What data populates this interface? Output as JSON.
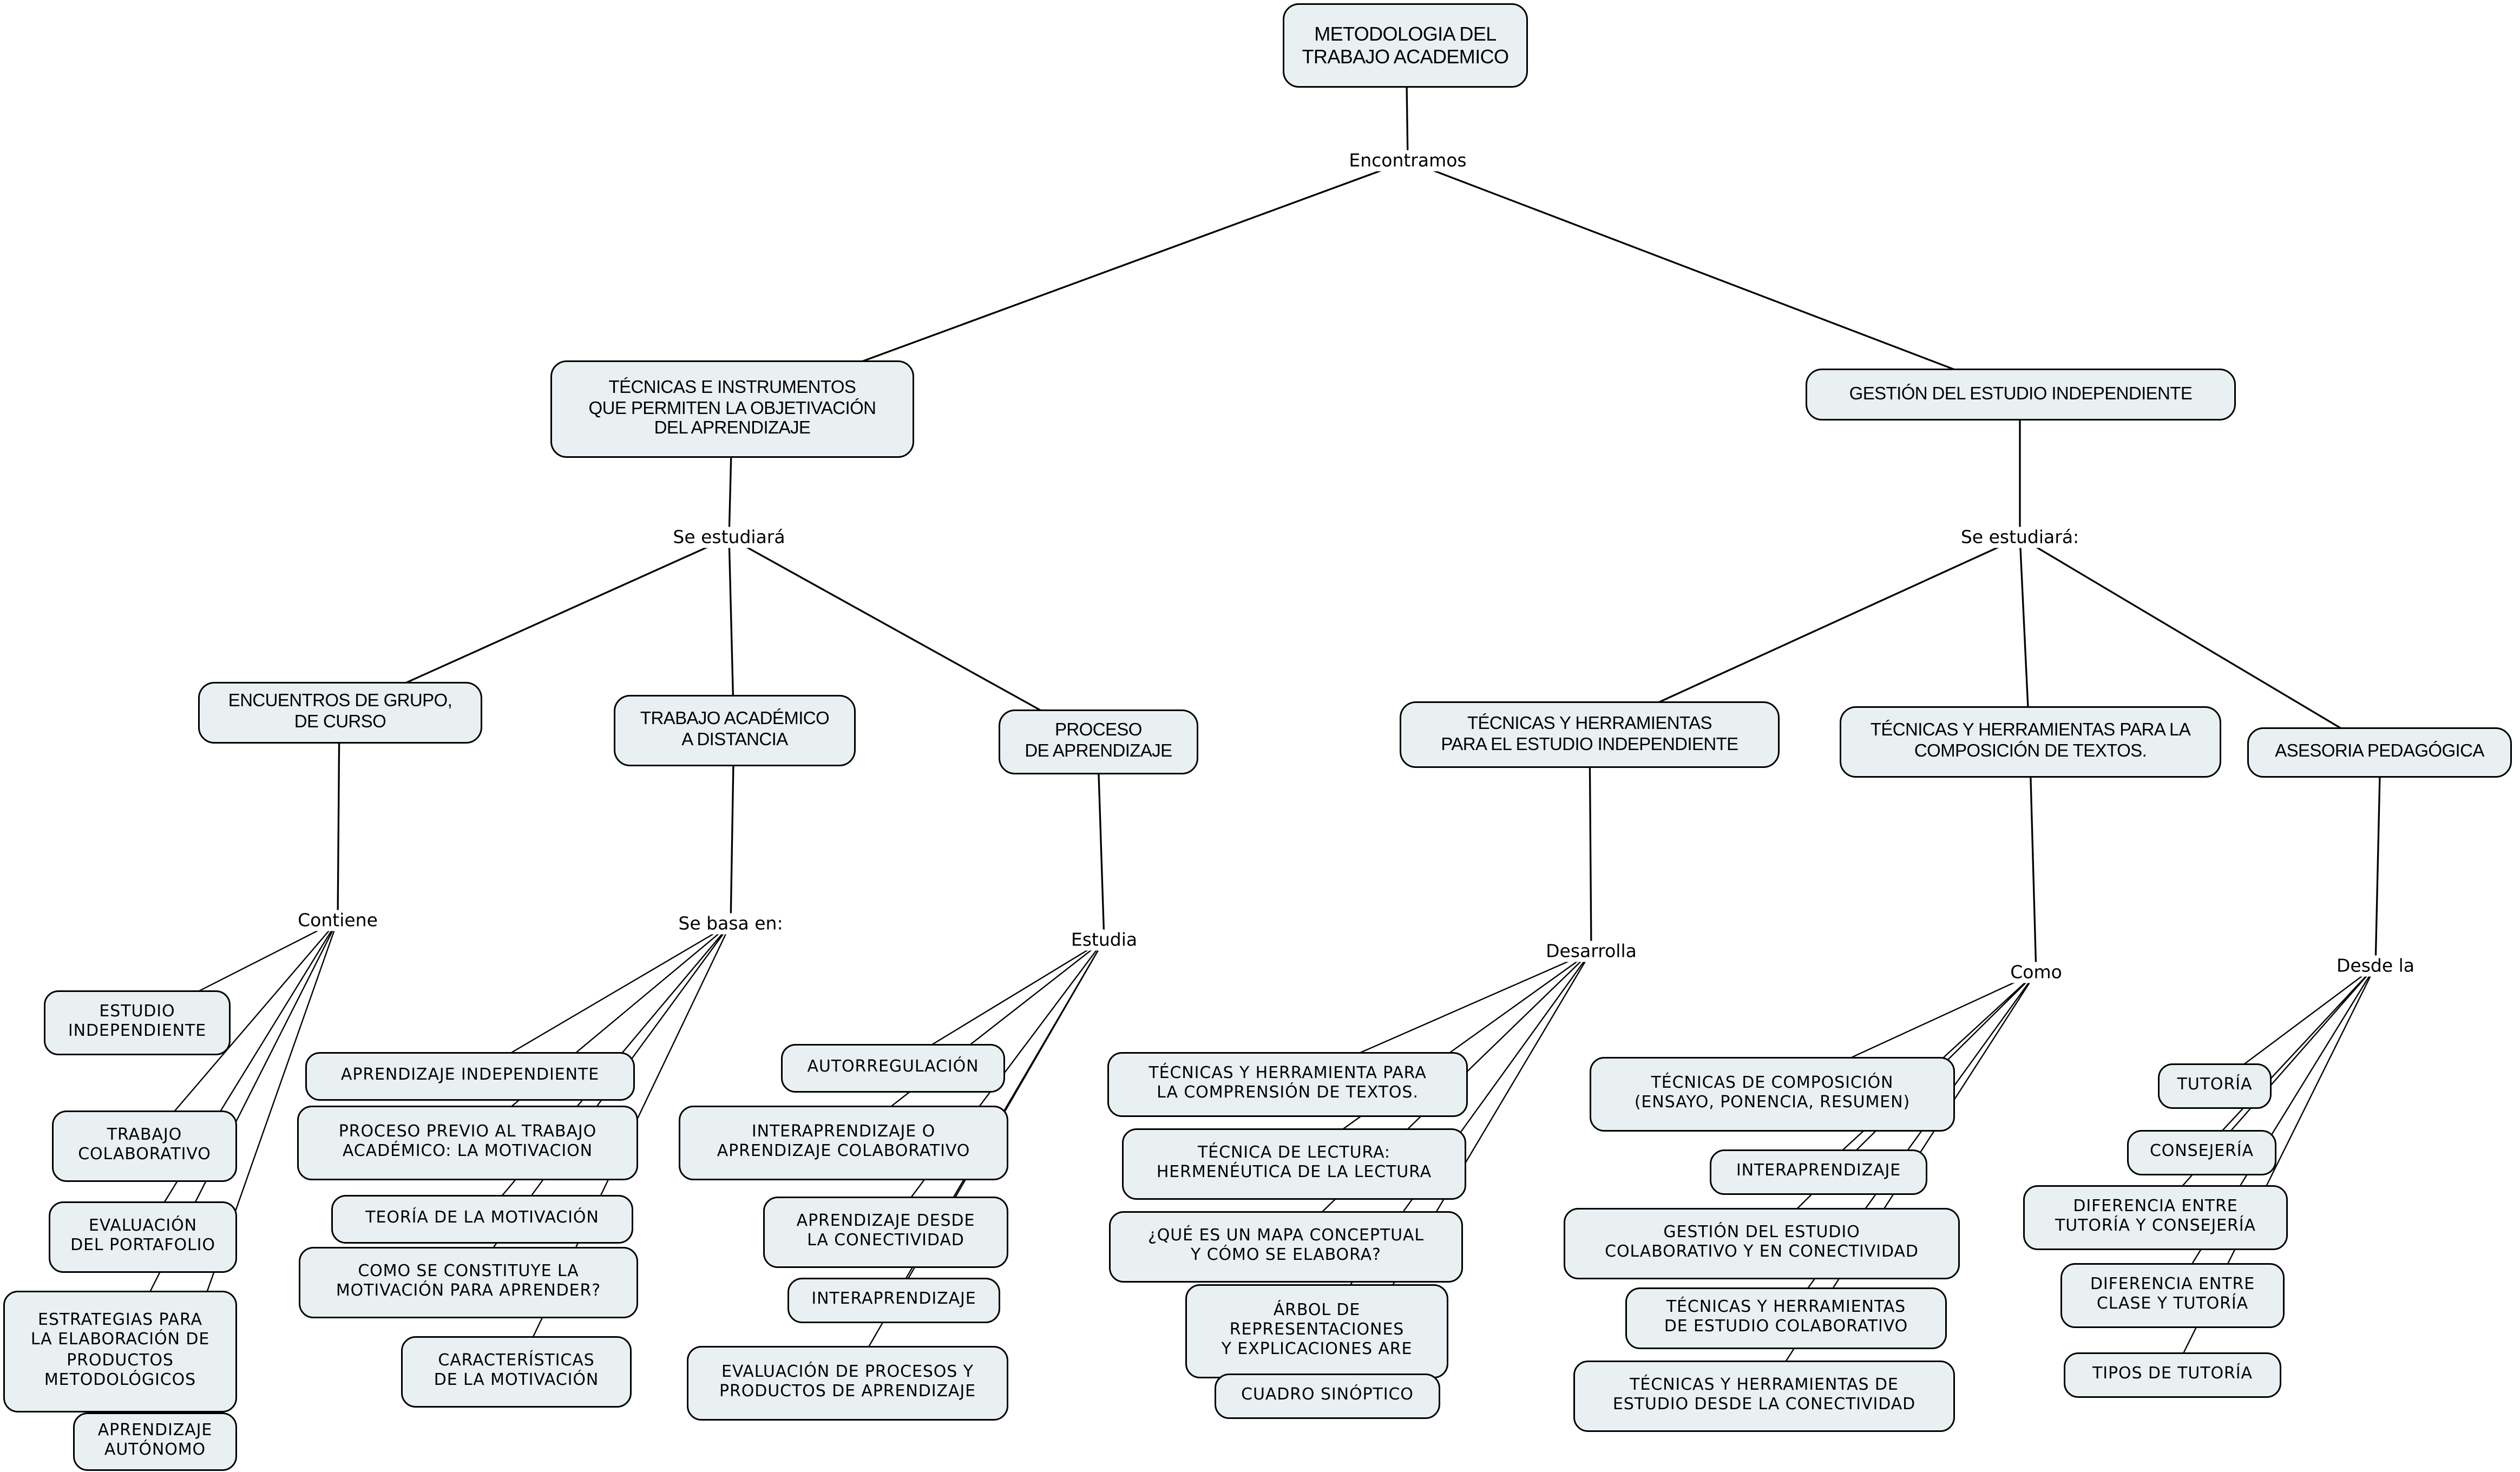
{
  "title": "METODOLOGIA DEL TRABAJO ACADEMICO concept map",
  "colors": {
    "background": "#ffffff",
    "node_fill": "#e9f0f2",
    "node_border": "#000000",
    "line": "#000000",
    "text": "#000000"
  },
  "links": {
    "encontramos": "Encontramos",
    "se_estudiara_left": "Se estudiará",
    "se_estudiara_right": "Se estudiará:",
    "contiene": "Contiene",
    "se_basa_en": "Se basa en:",
    "estudia": "Estudia",
    "desarrolla": "Desarrolla",
    "como": "Como",
    "desde_la": "Desde la"
  },
  "nodes": {
    "root": {
      "text": "METODOLOGIA DEL\nTRABAJO ACADEMICO"
    },
    "tecnicas_instrumentos": {
      "text": "TÉCNICAS E INSTRUMENTOS\nQUE PERMITEN LA OBJETIVACIÓN\nDEL APRENDIZAJE"
    },
    "gestion_estudio_independiente": {
      "text": "GESTIÓN DEL ESTUDIO INDEPENDIENTE"
    },
    "encuentros_grupo": {
      "text": "ENCUENTROS DE GRUPO,\nDE CURSO"
    },
    "trabajo_academico_distancia": {
      "text": "TRABAJO ACADÉMICO\nA DISTANCIA"
    },
    "proceso_aprendizaje": {
      "text": "PROCESO\nDE APRENDIZAJE"
    },
    "tecnicas_herramientas_estudio_ind": {
      "text": "TÉCNICAS Y HERRAMIENTAS\nPARA EL ESTUDIO INDEPENDIENTE"
    },
    "tecnicas_herramientas_composicion": {
      "text": "TÉCNICAS Y HERRAMIENTAS PARA LA\nCOMPOSICIÓN DE TEXTOS."
    },
    "asesoria_pedagogica": {
      "text": "ASESORIA PEDAGÓGICA"
    },
    "c1_estudio_independiente": {
      "text": "ESTUDIO\nINDEPENDIENTE"
    },
    "c1_trabajo_colaborativo": {
      "text": "TRABAJO\nCOLABORATIVO"
    },
    "c1_evaluacion_portafolio": {
      "text": "EVALUACIÓN\nDEL PORTAFOLIO"
    },
    "c1_estrategias_productos": {
      "text": "ESTRATEGIAS PARA\nLA ELABORACIÓN DE\nPRODUCTOS\nMETODOLÓGICOS"
    },
    "c1_aprendizaje_autonomo": {
      "text": "APRENDIZAJE\nAUTÓNOMO"
    },
    "c2_aprendizaje_independiente": {
      "text": "APRENDIZAJE INDEPENDIENTE"
    },
    "c2_proceso_previo": {
      "text": "PROCESO PREVIO AL TRABAJO\nACADÉMICO: LA MOTIVACION"
    },
    "c2_teoria_motivacion": {
      "text": "TEORÍA DE LA MOTIVACIÓN"
    },
    "c2_como_se_constituye": {
      "text": "COMO SE CONSTITUYE LA\nMOTIVACIÓN PARA APRENDER?"
    },
    "c2_caracteristicas_motivacion": {
      "text": "CARACTERÍSTICAS\nDE LA MOTIVACIÓN"
    },
    "c3_autorregulacion": {
      "text": "AUTORREGULACIÓN"
    },
    "c3_interaprendizaje_colaborativo": {
      "text": "INTERAPRENDIZAJE O\nAPRENDIZAJE COLABORATIVO"
    },
    "c3_aprendizaje_conectividad": {
      "text": "APRENDIZAJE DESDE\nLA CONECTIVIDAD"
    },
    "c3_interaprendizaje": {
      "text": "INTERAPRENDIZAJE"
    },
    "c3_evaluacion_procesos": {
      "text": "EVALUACIÓN DE PROCESOS Y\nPRODUCTOS DE APRENDIZAJE"
    },
    "c4_comprension_textos": {
      "text": "TÉCNICAS Y HERRAMIENTA PARA\nLA COMPRENSIÓN DE TEXTOS."
    },
    "c4_tecnica_lectura": {
      "text": "TÉCNICA DE LECTURA:\nHERMENÉUTICA DE LA LECTURA"
    },
    "c4_mapa_conceptual": {
      "text": "¿QUÉ ES UN MAPA CONCEPTUAL\nY CÓMO SE ELABORA?"
    },
    "c4_arbol_representaciones": {
      "text": "ÁRBOL DE\nREPRESENTACIONES\nY EXPLICACIONES ARE"
    },
    "c4_cuadro_sinoptico": {
      "text": "CUADRO SINÓPTICO"
    },
    "c5_tecnicas_composicion": {
      "text": "TÉCNICAS DE COMPOSICIÓN\n(ENSAYO, PONENCIA, RESUMEN)"
    },
    "c5_interaprendizaje": {
      "text": "INTERAPRENDIZAJE"
    },
    "c5_gestion_colaborativo": {
      "text": "GESTIÓN DEL ESTUDIO\nCOLABORATIVO Y EN CONECTIVIDAD"
    },
    "c5_herramientas_colaborativo": {
      "text": "TÉCNICAS Y HERRAMIENTAS\nDE ESTUDIO COLABORATIVO"
    },
    "c5_herramientas_conectividad": {
      "text": "TÉCNICAS Y HERRAMIENTAS DE\nESTUDIO DESDE LA CONECTIVIDAD"
    },
    "c6_tutoria": {
      "text": "TUTORÍA"
    },
    "c6_consejeria": {
      "text": "CONSEJERÍA"
    },
    "c6_dif_tutoria_consejeria": {
      "text": "DIFERENCIA ENTRE\nTUTORÍA Y CONSEJERÍA"
    },
    "c6_dif_clase_tutoria": {
      "text": "DIFERENCIA ENTRE\nCLASE Y TUTORÍA"
    },
    "c6_tipos_tutoria": {
      "text": "TIPOS DE TUTORÍA"
    }
  }
}
